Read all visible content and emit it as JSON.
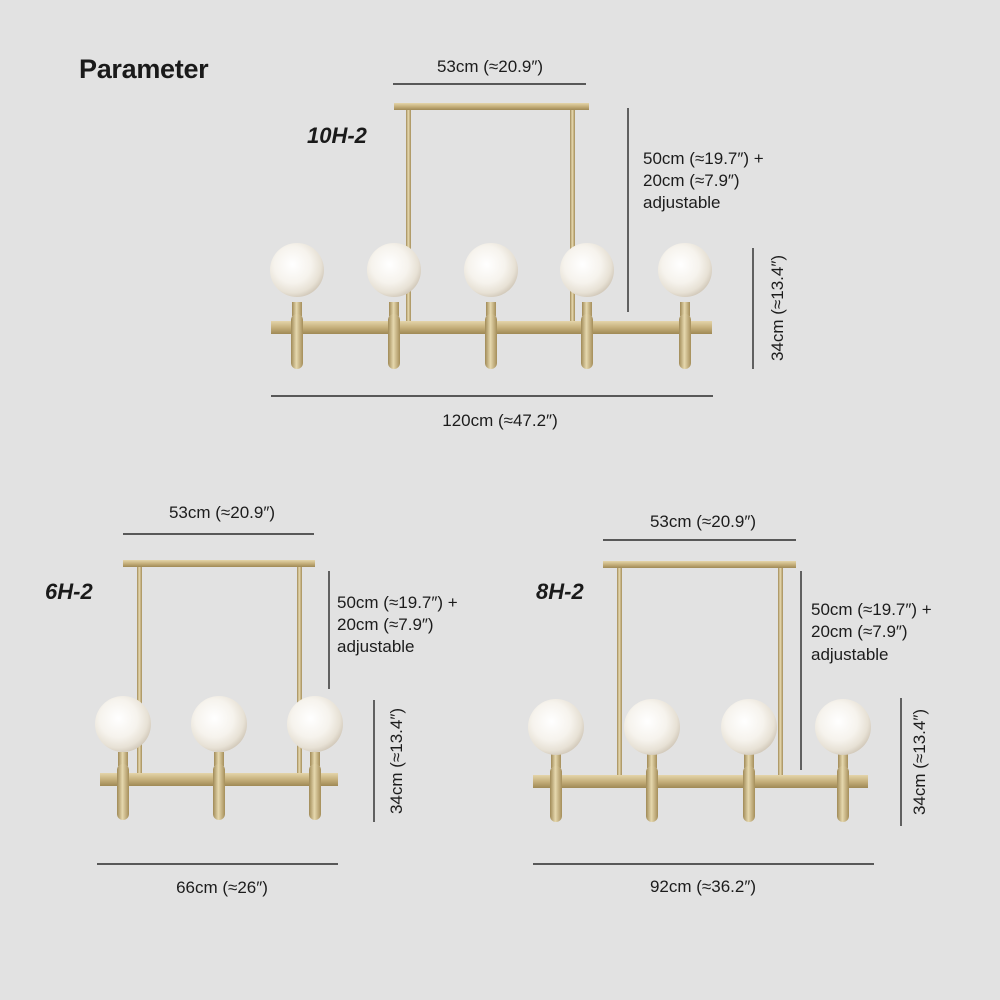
{
  "title": "Parameter",
  "colors": {
    "background": "#e2e2e2",
    "brass": "#c3ad7a",
    "brass_dark": "#9c8652",
    "brass_light": "#e2d2a6",
    "globe": "#f5f2ec",
    "text": "#1c1c1c"
  },
  "models": [
    {
      "name": "10H-2",
      "bulbs": 5,
      "canopy_width": "53cm (≈20.9″)",
      "drop_line1": "50cm (≈19.7″) +",
      "drop_line2": "20cm (≈7.9″)",
      "drop_line3": "adjustable",
      "height": "34cm (≈13.4″)",
      "length": "120cm (≈47.2″)"
    },
    {
      "name": "6H-2",
      "bulbs": 3,
      "canopy_width": "53cm (≈20.9″)",
      "drop_line1": "50cm (≈19.7″) +",
      "drop_line2": "20cm (≈7.9″)",
      "drop_line3": "adjustable",
      "height": "34cm (≈13.4″)",
      "length": "66cm (≈26″)"
    },
    {
      "name": "8H-2",
      "bulbs": 4,
      "canopy_width": "53cm (≈20.9″)",
      "drop_line1": "50cm (≈19.7″) +",
      "drop_line2": "20cm (≈7.9″)",
      "drop_line3": "adjustable",
      "height": "34cm (≈13.4″)",
      "length": "92cm (≈36.2″)"
    }
  ]
}
